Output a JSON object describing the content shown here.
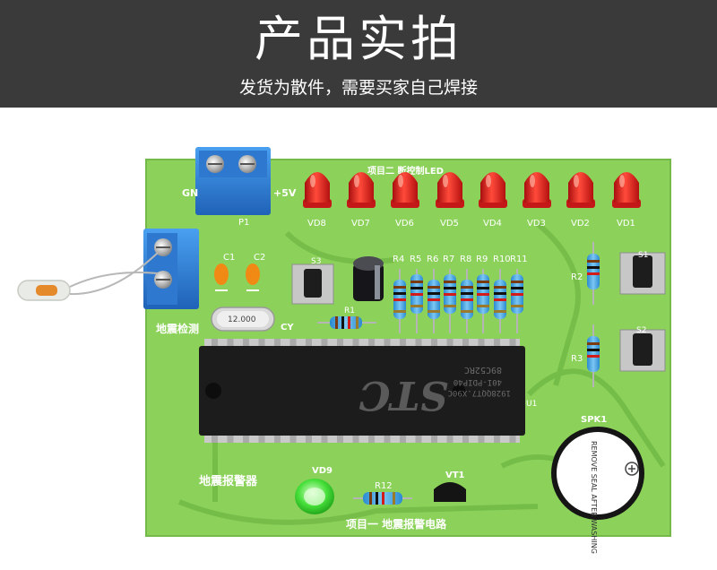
{
  "header": {
    "title": "产品实拍",
    "subtitle": "发货为散件，需要买家自己焊接"
  },
  "board": {
    "top_label": "项目二 断控制LED",
    "gnd_label": "GN",
    "plus5v_label": "+5V",
    "p1_label": "P1",
    "sensor_label": "地震检测",
    "cy_label": "CY",
    "crystal_text": "12.000",
    "c1_label": "C1",
    "c2_label": "C2",
    "s3_label": "S3",
    "s1_label": "S1",
    "s2_label": "S2",
    "r1_label": "R1",
    "r2_label": "R2",
    "r3_label": "R3",
    "r12_label": "R12",
    "u1_label": "U1",
    "vd9_label": "VD9",
    "vt1_label": "VT1",
    "spk_label": "SPK1",
    "chip_brand": "STC",
    "chip_line1": "89C52RC",
    "chip_line2": "40I-PDIP40",
    "chip_line3": "1928QQT7.X90C",
    "buzzer_text": "REMOVE SEAL AFTER WASHING",
    "alarm_label": "地震报警器",
    "bottom_label": "项目一 地震报警电路",
    "led_labels": [
      "VD8",
      "VD7",
      "VD6",
      "VD5",
      "VD4",
      "VD3",
      "VD2",
      "VD1"
    ],
    "resistor_labels": [
      "R4",
      "R5",
      "R6",
      "R7",
      "R8",
      "R9",
      "R10",
      "R11"
    ]
  },
  "colors": {
    "banner": "#3a3a3a",
    "pcb": "#8cd25a",
    "terminal": "#2f7fd8",
    "led_red": "#e42424",
    "led_green": "#3fd43a",
    "chip": "#1c1c1c"
  }
}
